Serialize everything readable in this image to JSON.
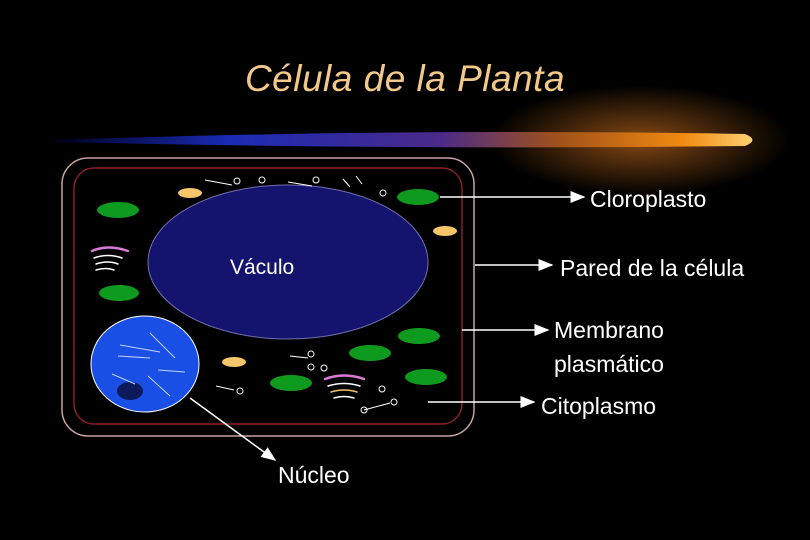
{
  "title": "Célula de la Planta",
  "labels": {
    "vacuole": "Váculo",
    "chloroplast": "Cloroplasto",
    "cell_wall": "Pared de la célula",
    "plasma_membrane": "Membrano\nplasmático",
    "cytoplasm": "Citoplasmo",
    "nucleus": "Núcleo"
  },
  "colors": {
    "title": "#f3c98a",
    "vacuole": "#14146e",
    "nucleus": "#1a4fe6",
    "chloroplast": "#0e9a1e",
    "starch_grain": "#f5c56a",
    "cell_wall_outline": "#c9a3a3",
    "membrane_outline": "#8a1e2a"
  },
  "icons": {
    "golgi": "golgi-apparatus-icon",
    "ribosome": "ribosome-icon"
  }
}
